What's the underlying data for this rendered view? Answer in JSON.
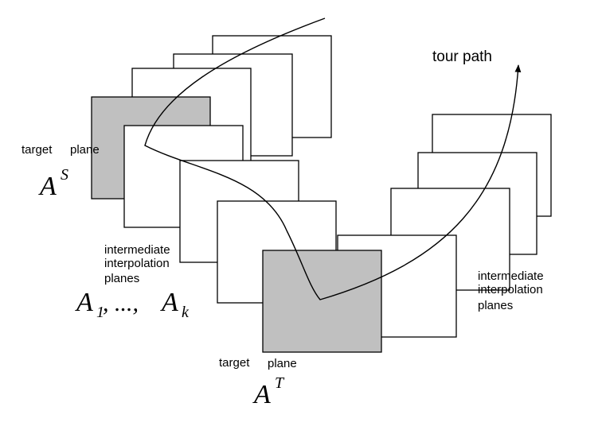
{
  "labels": {
    "tour_path": "tour path",
    "source_target": {
      "text1": "target",
      "text2": "plane"
    },
    "source_symbol": {
      "base": "A",
      "sup": "S"
    },
    "left_intermediate": [
      "intermediate",
      "interpolation",
      "planes"
    ],
    "left_sequence": {
      "a": "A",
      "sub1": "1",
      "dots": ", ..., ",
      "b": "A",
      "subk": "k"
    },
    "right_intermediate": [
      "intermediate",
      "interpolation",
      "planes"
    ],
    "dest_target": {
      "text1": "target",
      "text2": "plane"
    },
    "dest_symbol": {
      "base": "A",
      "sup": "T"
    }
  },
  "colors": {
    "target_plane_fill": "#c0c0c0",
    "plane_fill": "#ffffff",
    "stroke": "#000000"
  },
  "diagram": {
    "plane_stacks": [
      {
        "name": "source-stack",
        "plane_count": 4,
        "target_plane": "front"
      },
      {
        "name": "middle-stack",
        "plane_count": 3
      },
      {
        "name": "destination-stack",
        "plane_count": 5,
        "target_plane": "front"
      }
    ],
    "path": {
      "name": "tour-path",
      "arrowhead": true
    }
  }
}
